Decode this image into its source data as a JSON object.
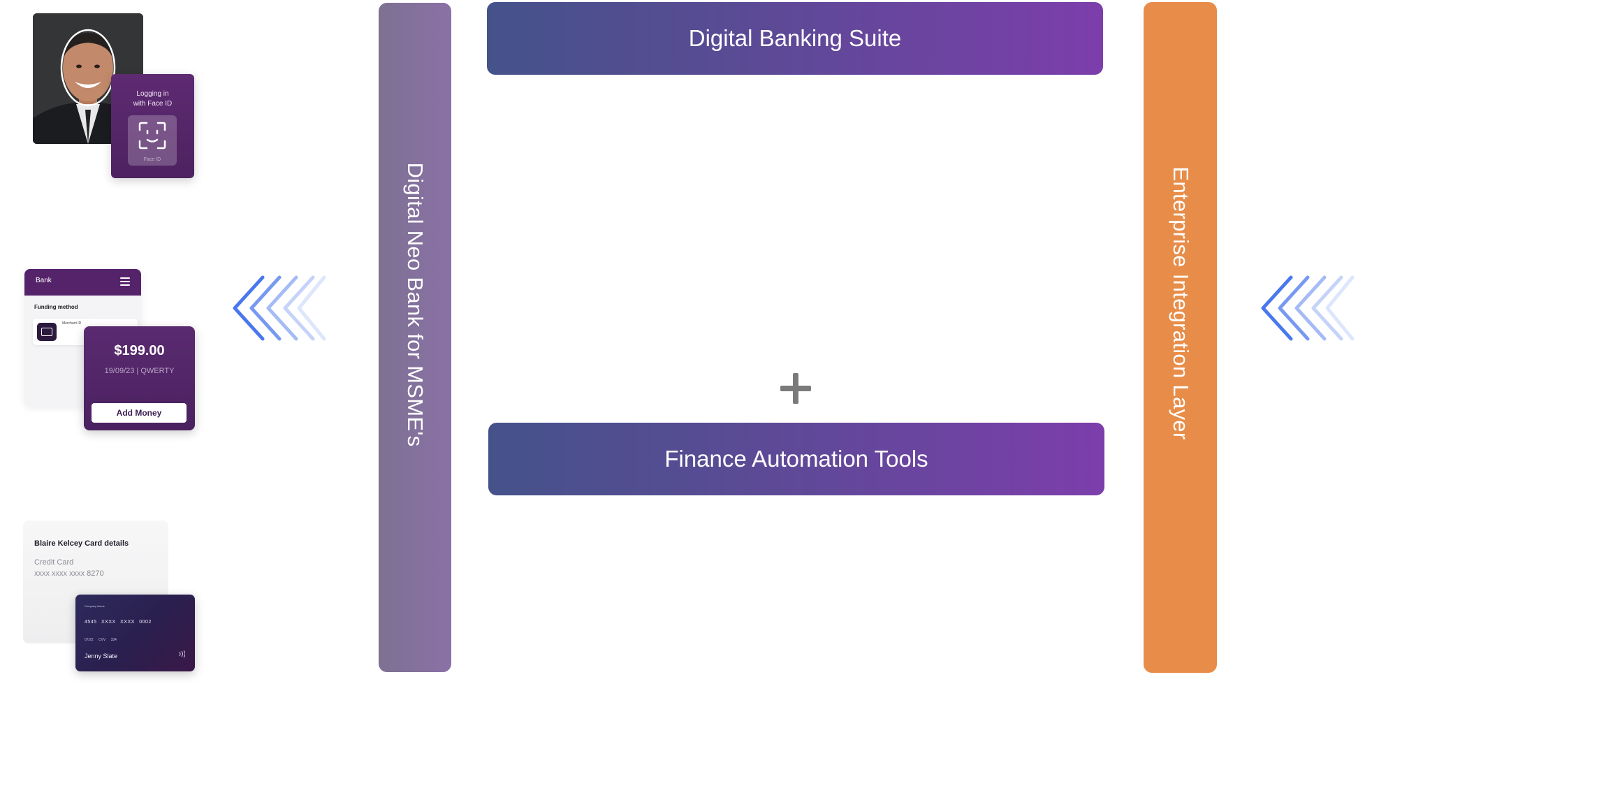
{
  "faceid": {
    "title_line1": "Logging in",
    "title_line2": "with Face ID",
    "icon_label": "Face ID"
  },
  "bank_app": {
    "title": "Bank",
    "funding_label": "Funding method",
    "merchant_label": "Merchant ID",
    "amount": "$199.00",
    "amount_meta": "19/09/23 | QWERTY",
    "add_money_label": "Add Money"
  },
  "card_details": {
    "title": "Blaire Kelcey Card details",
    "type": "Credit Card",
    "masked_number": "xxxx xxxx xxxx 8270"
  },
  "credit_card": {
    "company": "Company Name",
    "number": "4545 XXXX XXXX 0002",
    "expiry": "07/22",
    "cvv": "CVV 334",
    "holder": "Jenny Slate"
  },
  "diagram": {
    "left_bar": "Digital Neo Bank for MSME's",
    "right_bar": "Enterprise Integration Layer",
    "top_box": "Digital Banking Suite",
    "bottom_box": "Finance Automation Tools"
  },
  "colors": {
    "left_bar": "#8474a0",
    "right_bar": "#e88d49",
    "box_gradient_start": "#45528a",
    "box_gradient_end": "#7c3eab",
    "arrow": "#4a77ee",
    "card_purple": "#55236a"
  }
}
